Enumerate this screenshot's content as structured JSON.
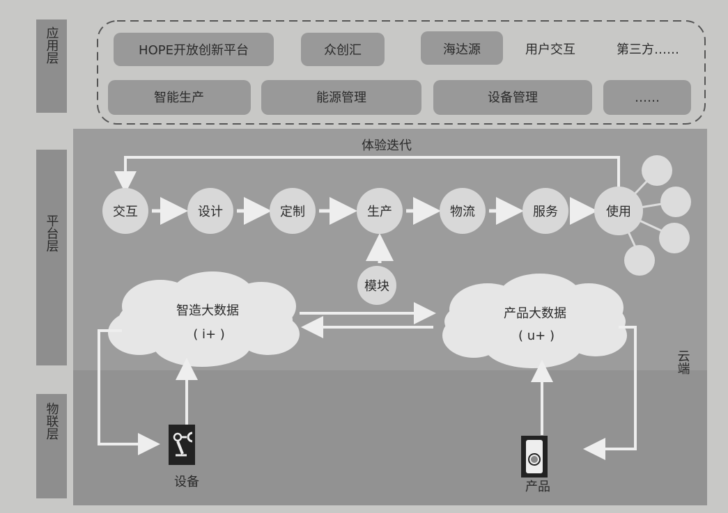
{
  "layers": {
    "application": "应用层",
    "platform": "平台层",
    "iot": "物联层"
  },
  "application_layer": {
    "row1": [
      "HOPE开放创新平台",
      "众创汇",
      "海达源"
    ],
    "row1_plain": [
      "用户交互",
      "第三方……"
    ],
    "row2": [
      "智能生产",
      "能源管理",
      "设备管理",
      "……"
    ]
  },
  "platform_layer": {
    "loop_label": "体验迭代",
    "flow": [
      "交互",
      "设计",
      "定制",
      "生产",
      "物流",
      "服务",
      "使用"
    ],
    "module": "模块",
    "manufacturing_data": {
      "title": "智造大数据",
      "sub": "( i+ )"
    },
    "product_data": {
      "title": "产品大数据",
      "sub": "( u+ )"
    },
    "cloud_label": "云端"
  },
  "iot_layer": {
    "device": "设备",
    "product": "产品"
  }
}
